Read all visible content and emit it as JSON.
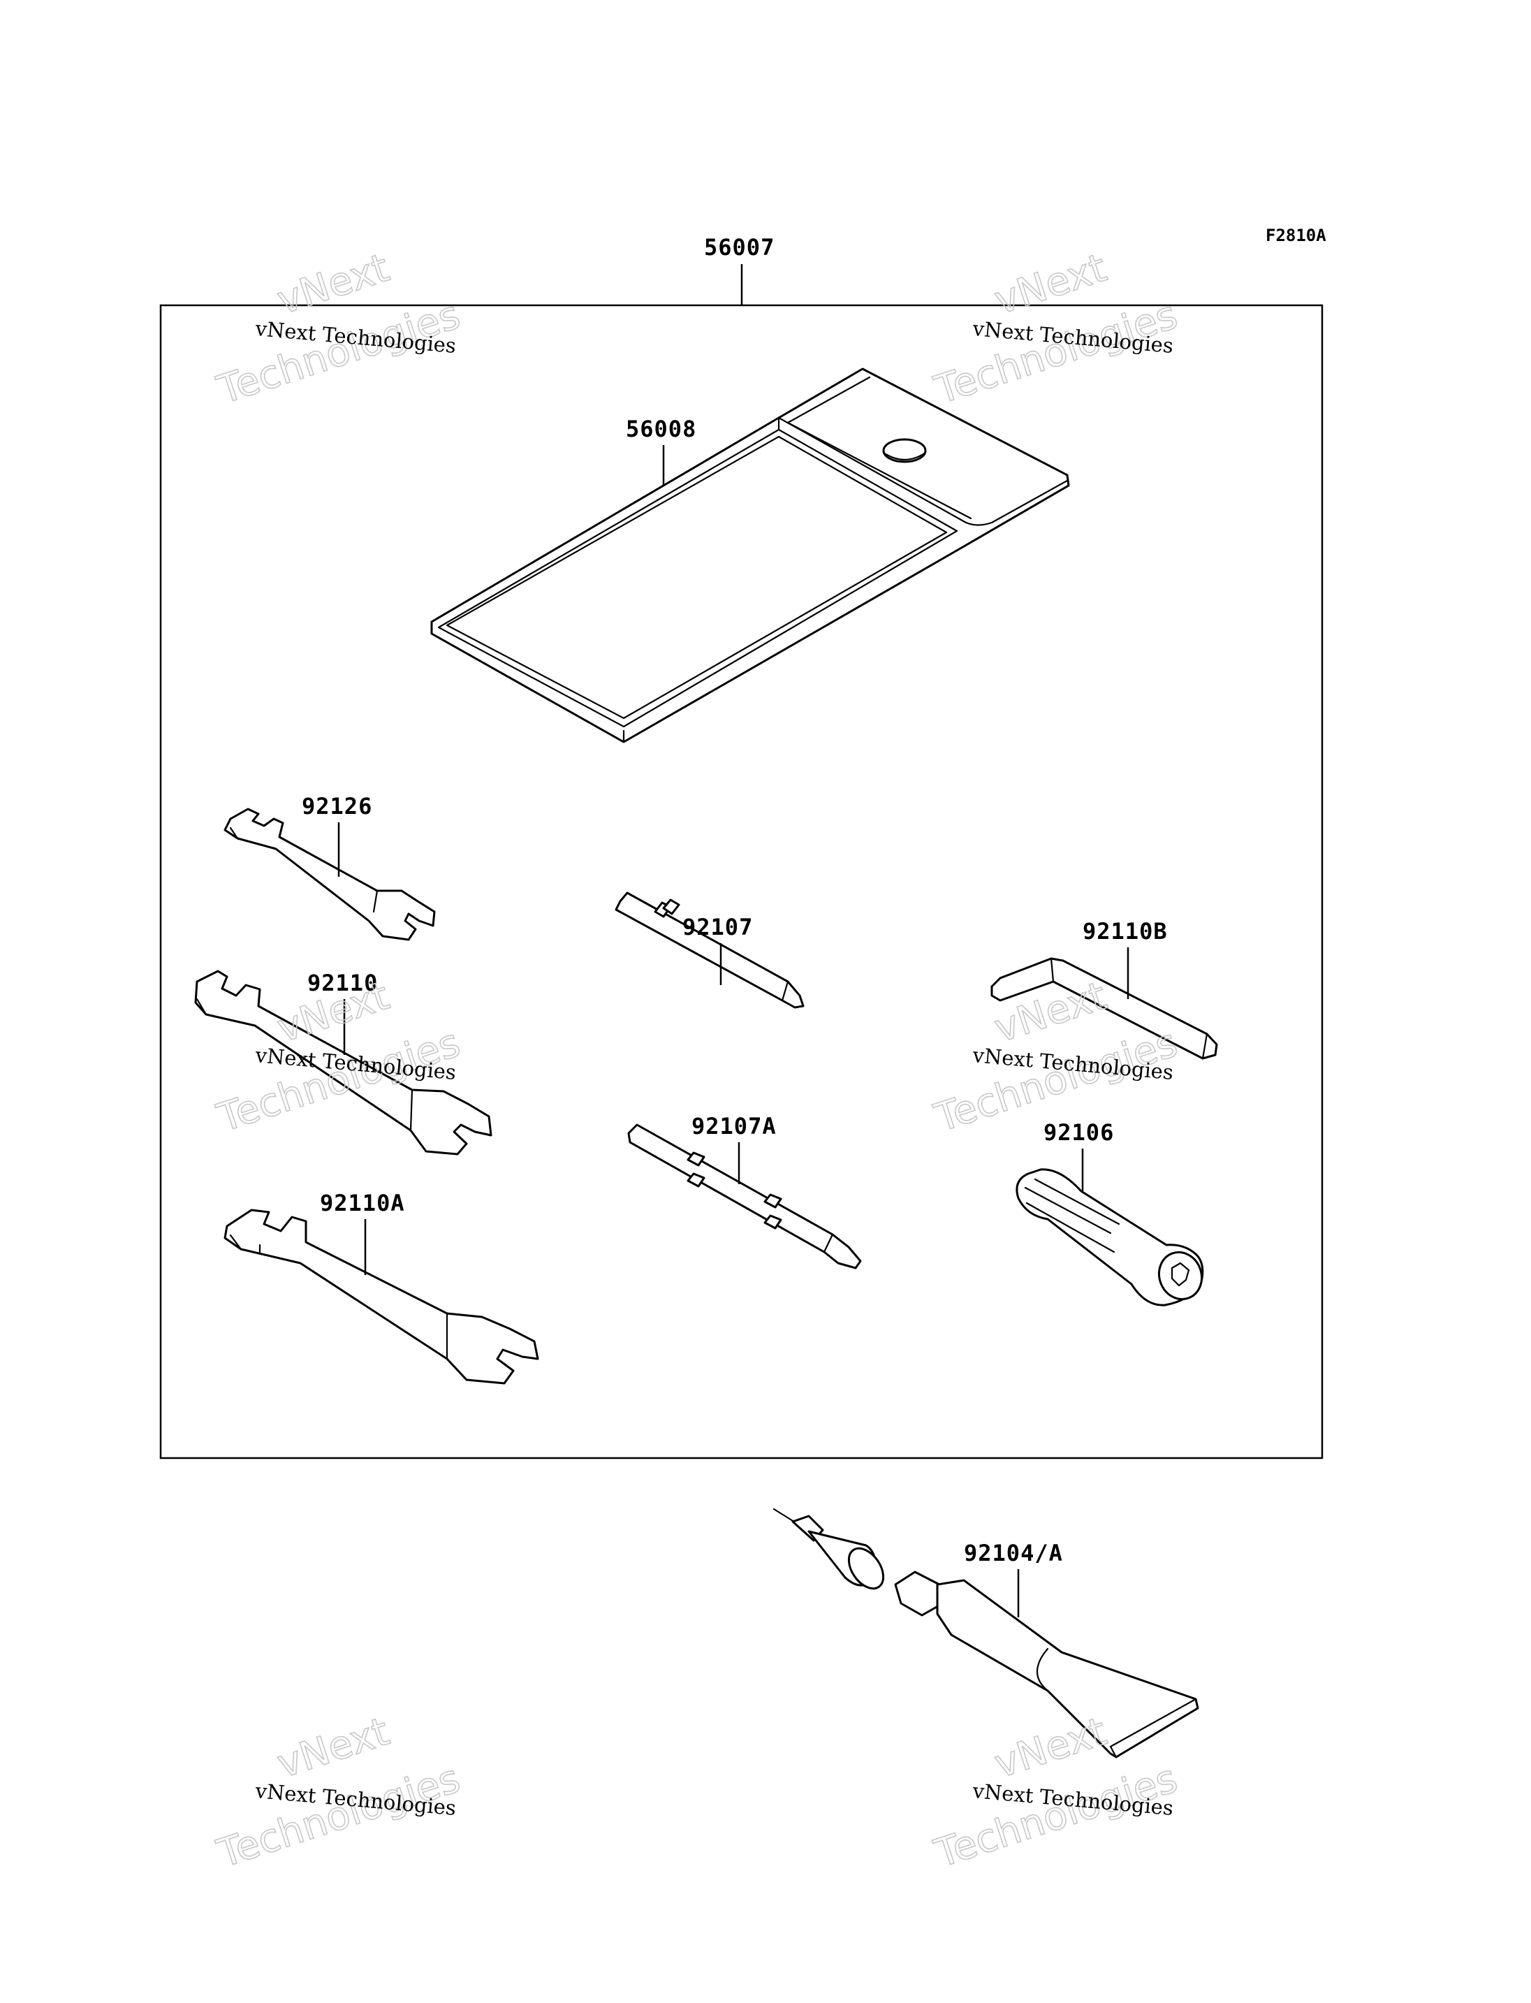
{
  "diagram_code": "F2810A",
  "kit_number": "56007",
  "parts": {
    "bag": "56008",
    "wrench_small": "92126",
    "wrench_medium": "92110",
    "wrench_large": "92110A",
    "screwdriver_bit": "92107",
    "screwdriver_double": "92107A",
    "hex_key": "92110B",
    "handle": "92106",
    "grease_tube": "92104/A"
  },
  "watermark": {
    "line1": "vNext Technologies",
    "line2": "vNext",
    "line3": "Technologies"
  }
}
